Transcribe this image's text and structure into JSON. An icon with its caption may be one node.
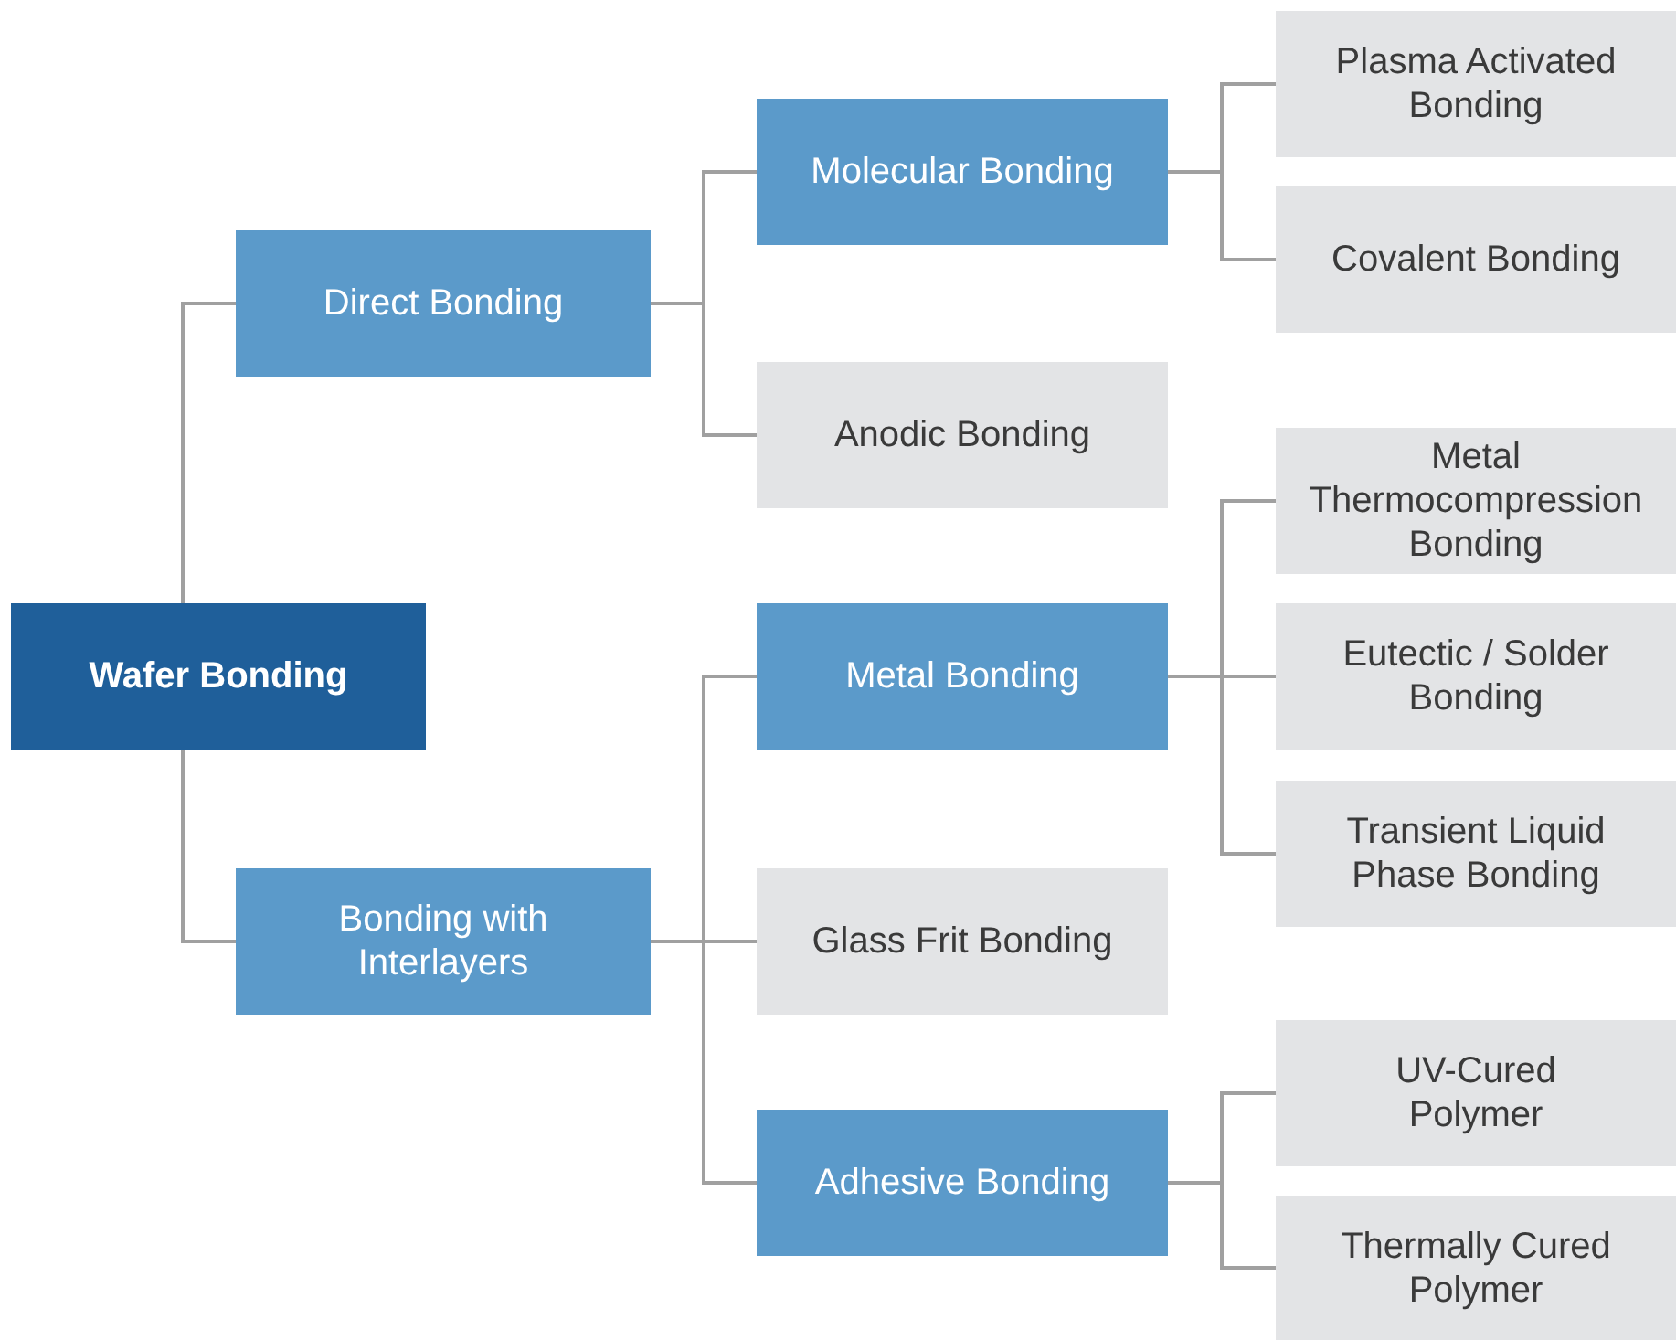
{
  "diagram": {
    "nodes": [
      {
        "text": [
          "Wafer Bonding"
        ]
      },
      {
        "text": [
          "Direct Bonding"
        ]
      },
      {
        "text": [
          "Molecular Bonding"
        ]
      },
      {
        "text": [
          "Plasma Activated Bonding"
        ]
      },
      {
        "text": [
          "Covalent Bonding"
        ]
      },
      {
        "text": [
          "Anodic Bonding"
        ]
      },
      {
        "text": [
          "Bonding with Interlayers"
        ]
      },
      {
        "text": [
          "Metal Bonding"
        ]
      },
      {
        "text": [
          "Metal Thermocompression Bonding"
        ]
      },
      {
        "text": [
          "Eutectic / Solder Bonding"
        ]
      },
      {
        "text": [
          "Transient Liquid Phase Bonding"
        ]
      },
      {
        "text": [
          "Glass Frit Bonding"
        ]
      },
      {
        "text": [
          "Adhesive Bonding"
        ]
      },
      {
        "text": [
          "UV-Cured Polymer"
        ]
      },
      {
        "text": [
          "Thermally Cured Polymer"
        ]
      }
    ],
    "edges": [
      {
        "from": 0,
        "to": 1,
        "arrow": "none"
      },
      {
        "from": 0,
        "to": 6,
        "arrow": "none"
      },
      {
        "from": 1,
        "to": 2,
        "arrow": "none"
      },
      {
        "from": 1,
        "to": 5,
        "arrow": "none"
      },
      {
        "from": 2,
        "to": 3,
        "arrow": "none"
      },
      {
        "from": 2,
        "to": 4,
        "arrow": "none"
      },
      {
        "from": 6,
        "to": 7,
        "arrow": "none"
      },
      {
        "from": 6,
        "to": 11,
        "arrow": "none"
      },
      {
        "from": 6,
        "to": 12,
        "arrow": "none"
      },
      {
        "from": 7,
        "to": 8,
        "arrow": "none"
      },
      {
        "from": 7,
        "to": 9,
        "arrow": "none"
      },
      {
        "from": 7,
        "to": 10,
        "arrow": "none"
      },
      {
        "from": 12,
        "to": 13,
        "arrow": "none"
      },
      {
        "from": 12,
        "to": 14,
        "arrow": "none"
      }
    ]
  }
}
